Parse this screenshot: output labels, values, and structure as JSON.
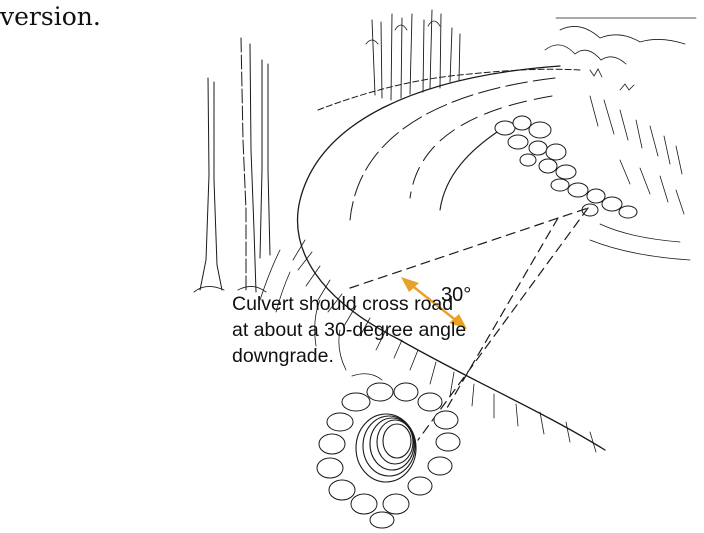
{
  "top_text": "version.",
  "angle_label": "30°",
  "caption": {
    "lines": [
      "Culvert should cross road",
      "at about a 30-degree angle",
      "downgrade."
    ]
  },
  "colors": {
    "arrow": "#E8A12A",
    "ink": "#1a1a1a",
    "background": "#ffffff"
  }
}
